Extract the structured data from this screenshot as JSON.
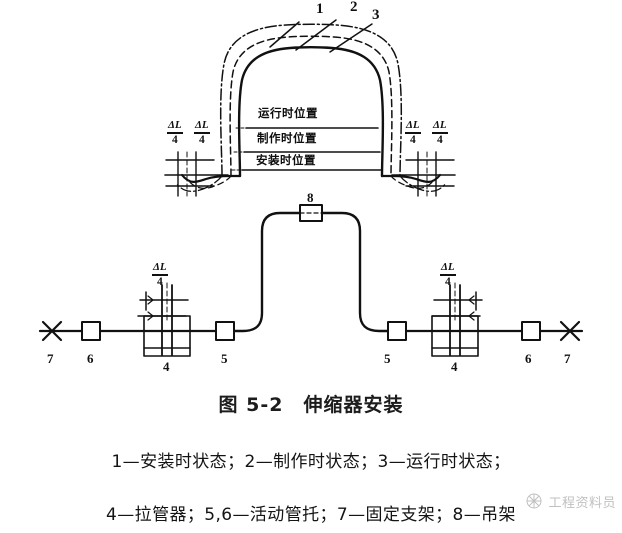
{
  "figure": {
    "caption": "图 5-2　伸缩器安装",
    "legend_lines": [
      "1—安装时状态；2—制作时状态；3—运行时状态；",
      "4—拉管器；5,6—活动管托；7—固定支架；8—吊架"
    ]
  },
  "upper_view": {
    "callouts": [
      {
        "id": "1",
        "label": "1"
      },
      {
        "id": "2",
        "label": "2"
      },
      {
        "id": "3",
        "label": "3"
      }
    ],
    "state_labels": [
      {
        "key": "running",
        "text": "运行时位置"
      },
      {
        "key": "fabrication",
        "text": "制作时位置"
      },
      {
        "key": "installation",
        "text": "安装时位置"
      }
    ],
    "dimension_left": [
      {
        "numerator": "ΔL",
        "denominator": "4"
      },
      {
        "numerator": "ΔL",
        "denominator": "4"
      }
    ],
    "dimension_right": [
      {
        "numerator": "ΔL",
        "denominator": "4"
      },
      {
        "numerator": "ΔL",
        "denominator": "4"
      }
    ]
  },
  "lower_view": {
    "hanger": {
      "label": "8"
    },
    "left_marks": [
      {
        "label": "7",
        "kind": "fixed-support"
      },
      {
        "label": "6",
        "kind": "sliding-support"
      },
      {
        "label": "4",
        "kind": "pull-device"
      },
      {
        "label": "5",
        "kind": "sliding-support"
      }
    ],
    "right_marks": [
      {
        "label": "5",
        "kind": "sliding-support"
      },
      {
        "label": "4",
        "kind": "pull-device"
      },
      {
        "label": "6",
        "kind": "sliding-support"
      },
      {
        "label": "7",
        "kind": "fixed-support"
      }
    ],
    "dimension_left": {
      "numerator": "ΔL",
      "denominator": "4"
    },
    "dimension_right": {
      "numerator": "ΔL",
      "denominator": "4"
    }
  },
  "watermark": {
    "text": "工程资料员"
  },
  "colors": {
    "background": "#ffffff",
    "ink": "#111111",
    "watermark": "#8d8d8d"
  }
}
